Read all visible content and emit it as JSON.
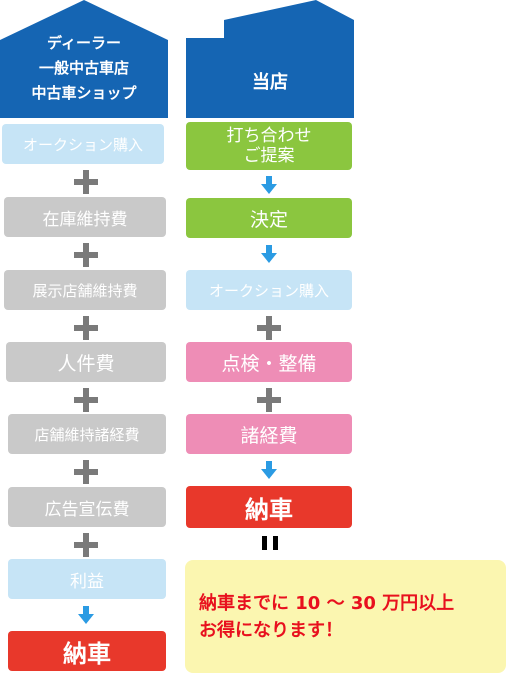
{
  "left_house": {
    "lines": [
      "ディーラー",
      "一般中古車店",
      "中古車ショップ"
    ],
    "color": "#1565b3"
  },
  "right_house": {
    "label": "当店",
    "color": "#1565b3"
  },
  "left_column": [
    {
      "label": "オークション購入",
      "style": "lblue"
    },
    {
      "label": "在庫維持費",
      "style": "grey"
    },
    {
      "label": "展示店舗維持費",
      "style": "grey"
    },
    {
      "label": "人件費",
      "style": "grey"
    },
    {
      "label": "店舗維持諸経費",
      "style": "grey"
    },
    {
      "label": "広告宣伝費",
      "style": "grey"
    },
    {
      "label": "利益",
      "style": "lblue"
    },
    {
      "label": "納車",
      "style": "red"
    }
  ],
  "right_column": [
    {
      "label_lines": [
        "打ち合わせ",
        "ご提案"
      ],
      "style": "green"
    },
    {
      "label": "決定",
      "style": "green"
    },
    {
      "label": "オークション購入",
      "style": "lblue"
    },
    {
      "label": "点検・整備",
      "style": "pink"
    },
    {
      "label": "諸経費",
      "style": "pink"
    },
    {
      "label": "納車",
      "style": "red"
    }
  ],
  "result": {
    "line1": "納車までに 10 ～ 30 万円以上",
    "line2": "お得になります！"
  },
  "colors": {
    "grey": "#c9c9c9",
    "light_blue": "#c6e4f6",
    "green": "#8bc63f",
    "pink": "#ee8db6",
    "red": "#e8382b",
    "arrow": "#2b9be3",
    "result_bg": "#fbf6b0",
    "result_text": "#e8101e"
  }
}
